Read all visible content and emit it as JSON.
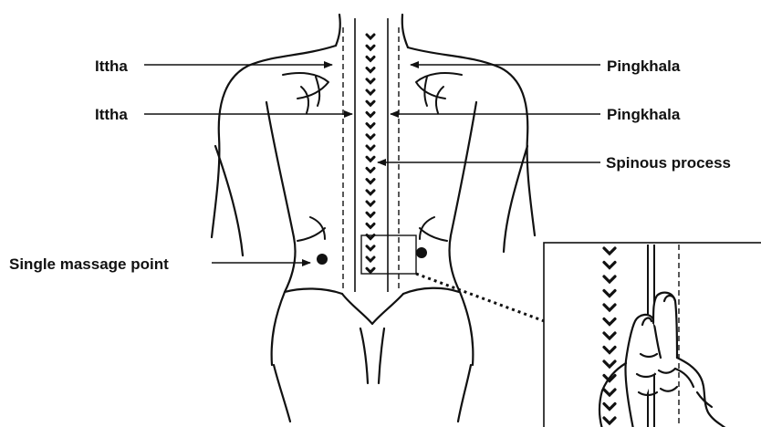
{
  "labels": {
    "ittha_top": "Ittha",
    "ittha_mid": "Ittha",
    "pingkhala_top": "Pingkhala",
    "pingkhala_mid": "Pingkhala",
    "spinous_process": "Spinous process",
    "single_massage_point": "Single massage point"
  },
  "colors": {
    "ink": "#111111",
    "background": "#ffffff"
  }
}
